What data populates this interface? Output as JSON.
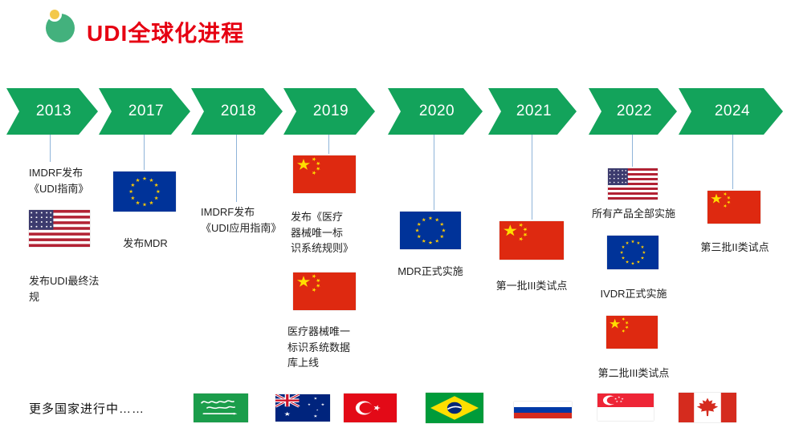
{
  "header": {
    "title": "UDI全球化进程",
    "logo_icon": "brand-logo",
    "title_color": "#e60012"
  },
  "colors": {
    "arrow_green": "#13a35b",
    "connector_blue": "#8fb4d9"
  },
  "timeline": {
    "columns": [
      {
        "year": "2013",
        "items": [
          {
            "type": "text",
            "text": "IMDRF发布\n《UDI指南》"
          },
          {
            "type": "flag",
            "icon": "us-flag"
          },
          {
            "type": "text",
            "text": "发布UDI最终法\n规"
          }
        ]
      },
      {
        "year": "2017",
        "items": [
          {
            "type": "flag",
            "icon": "eu-flag"
          },
          {
            "type": "text",
            "text": "发布MDR"
          }
        ]
      },
      {
        "year": "2018",
        "items": [
          {
            "type": "text",
            "text": "IMDRF发布\n《UDI应用指南》"
          }
        ]
      },
      {
        "year": "2019",
        "items": [
          {
            "type": "flag",
            "icon": "china-flag"
          },
          {
            "type": "text",
            "text": "发布《医疗\n器械唯一标\n识系统规则》"
          },
          {
            "type": "flag",
            "icon": "china-flag"
          },
          {
            "type": "text",
            "text": "医疗器械唯一\n标识系统数据\n库上线"
          }
        ]
      },
      {
        "year": "2020",
        "items": [
          {
            "type": "flag",
            "icon": "eu-flag"
          },
          {
            "type": "text",
            "text": "MDR正式实施"
          }
        ]
      },
      {
        "year": "2021",
        "items": [
          {
            "type": "flag",
            "icon": "china-flag"
          },
          {
            "type": "text",
            "text": "第一批III类试点"
          }
        ]
      },
      {
        "year": "2022",
        "items": [
          {
            "type": "flag",
            "icon": "us-flag"
          },
          {
            "type": "text",
            "text": "所有产品全部实施"
          },
          {
            "type": "flag",
            "icon": "eu-flag"
          },
          {
            "type": "text",
            "text": "IVDR正式实施"
          },
          {
            "type": "flag",
            "icon": "china-flag"
          },
          {
            "type": "text",
            "text": "第二批III类试点"
          }
        ]
      },
      {
        "year": "2024",
        "items": [
          {
            "type": "flag",
            "icon": "china-flag"
          },
          {
            "type": "text",
            "text": "第三批II类试点"
          }
        ]
      }
    ]
  },
  "footer": {
    "label": "更多国家进行中……",
    "flags": [
      {
        "icon": "saudi-arabia-flag"
      },
      {
        "icon": "australia-flag"
      },
      {
        "icon": "turkey-flag"
      },
      {
        "icon": "brazil-flag"
      },
      {
        "icon": "russia-flag"
      },
      {
        "icon": "singapore-flag"
      },
      {
        "icon": "canada-flag"
      }
    ]
  }
}
